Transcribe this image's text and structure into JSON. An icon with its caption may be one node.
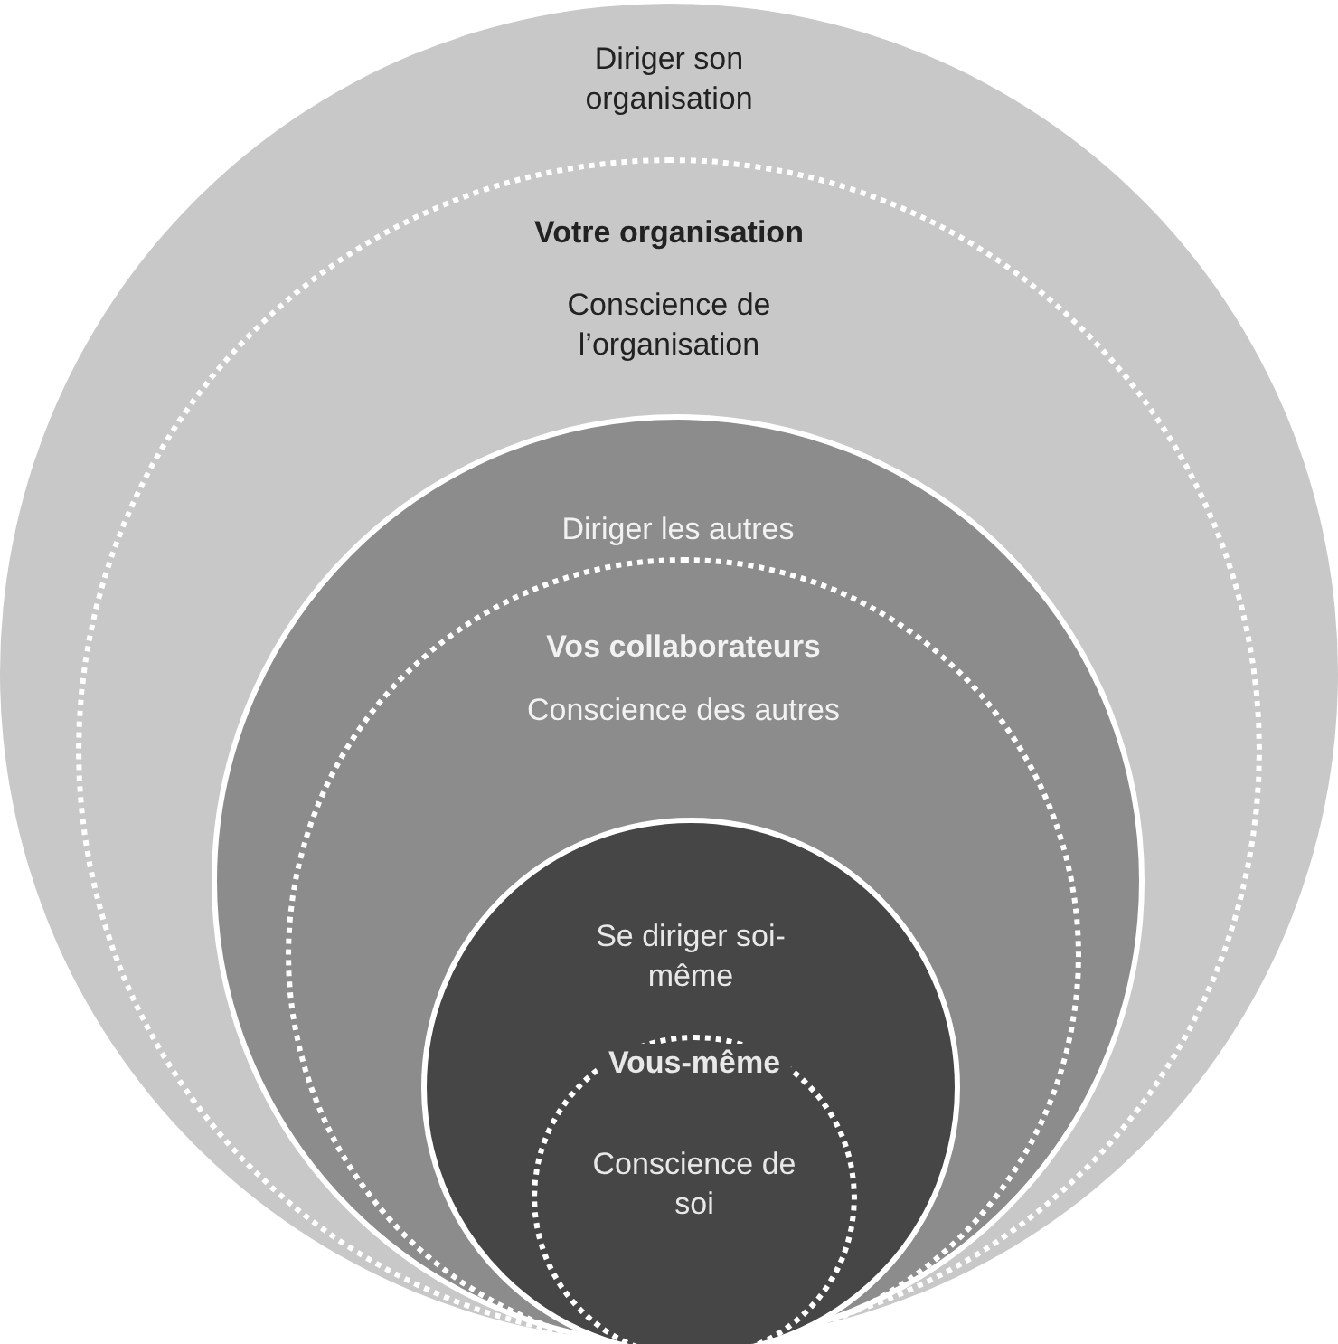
{
  "diagram": {
    "nodes": [
      {
        "text": [
          "Diriger son organisation"
        ]
      },
      {
        "text": [
          "Votre organisation",
          "Conscience de l’organisation"
        ],
        "in": 0
      },
      {
        "text": [
          "Diriger les autres"
        ],
        "in": 1
      },
      {
        "text": [
          "Vos collaborateurs",
          "Conscience des autres"
        ],
        "in": 2
      },
      {
        "text": [
          "Se diriger soi-même"
        ],
        "in": 3
      },
      {
        "text": [
          "Vous-même",
          "Conscience de soi"
        ],
        "in": 4
      }
    ]
  }
}
